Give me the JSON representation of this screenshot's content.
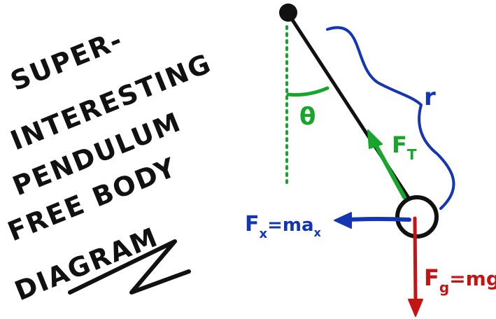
{
  "title_lines": [
    "SUPER-",
    "INTERESTING",
    "PENDULUM",
    "FREE BODY",
    "DIAGRAM"
  ],
  "labels": {
    "theta": "θ",
    "length": "r",
    "tension_main": "F",
    "tension_sub": "T",
    "horizontal_main": "F",
    "horizontal_sub": "x",
    "horizontal_eq": "=ma",
    "horizontal_eq_sub": "x",
    "gravity_main": "F",
    "gravity_sub": "g",
    "gravity_eq": "=mg"
  },
  "colors": {
    "ink": "#111111",
    "green": "#17a52c",
    "blue": "#1436b4",
    "red": "#c41414",
    "background": "#ffffff"
  }
}
